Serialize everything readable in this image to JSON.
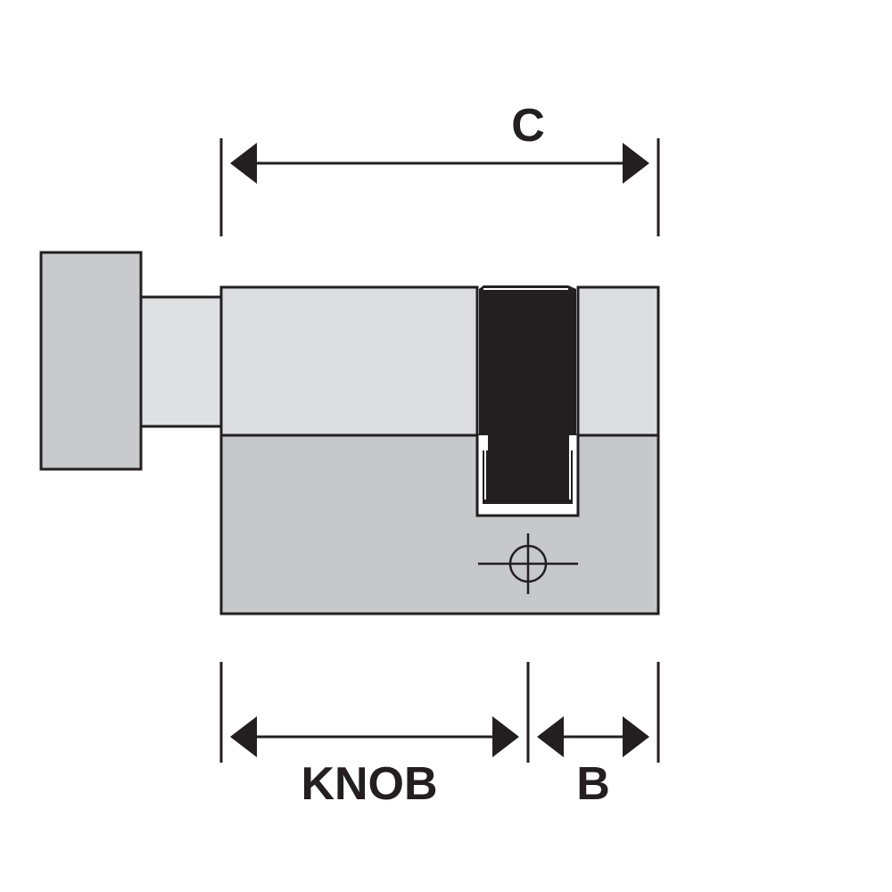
{
  "labels": {
    "c": "C",
    "knob": "KNOB",
    "b": "B"
  },
  "colors": {
    "outline": "#231f20",
    "knob_face": "#c8cacc",
    "knob_shaft": "#dfe0e2",
    "body_upper": "#dcdddf",
    "body_lower": "#c6c8ca",
    "cam": "#231f20",
    "background": "#ffffff"
  }
}
